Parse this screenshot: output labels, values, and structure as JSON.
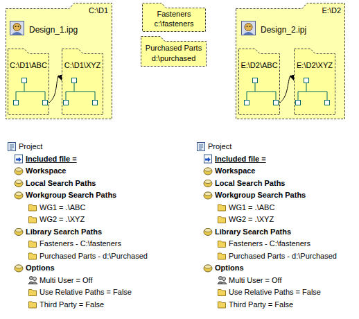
{
  "diagram": {
    "nodes": [
      {
        "text": [
          "C:\\D1",
          "Design_1.ipg"
        ]
      },
      {
        "text": [
          "C:\\D1\\ABC"
        ],
        "in": 0
      },
      {
        "text": [
          "C:\\D1\\XYZ"
        ],
        "in": 0
      },
      {
        "text": [
          "Fasteners",
          "c:\\fasteners"
        ]
      },
      {
        "text": [
          "Purchased Parts",
          "d:\\purchased"
        ]
      },
      {
        "text": [
          "E:\\D2",
          "Design_2.ipj"
        ]
      },
      {
        "text": [
          "E:\\D2\\ABC"
        ],
        "in": 5
      },
      {
        "text": [
          "E:\\D2\\XYZ"
        ],
        "in": 5
      }
    ],
    "edges": [
      {
        "from": 1,
        "to": 2,
        "arrow": "to"
      },
      {
        "from": 6,
        "to": 7,
        "arrow": "to"
      }
    ],
    "labels": [
      "Project",
      "Included file =",
      "Workspace",
      "Local Search Paths",
      "Workgroup Search Paths",
      "WG1 = .\\ABC",
      "WG2 = .\\XYZ",
      "Library Search Paths",
      "Fasteners - C:\\fasteners",
      "Purchased Parts - d:\\Purchased",
      "Options",
      "Multi User = Off",
      "Use Relative Paths = False",
      "Third Party = False",
      "Project",
      "Included file =",
      "Workspace",
      "Local Search Paths",
      "Workgroup Search Paths",
      "WG1 = .\\ABC",
      "WG2 = .\\XYZ",
      "Library Search Paths",
      "Fasteners - C:\\fasteners",
      "Purchased Parts - d:\\Purchased",
      "Options",
      "Multi User = Off",
      "Use Relative Paths = False",
      "Third Party = False"
    ]
  }
}
